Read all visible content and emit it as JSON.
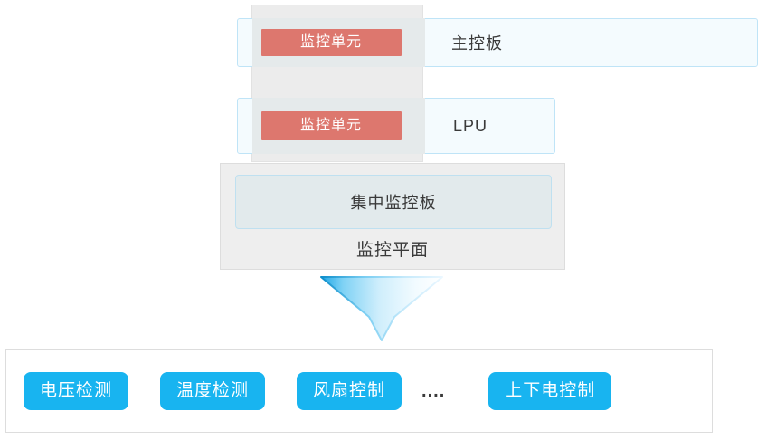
{
  "diagram": {
    "title_hidden": "",
    "colors": {
      "chip_red": "#dd776e",
      "button_blue": "#18b4f0",
      "row_fill": "#f4fbfe",
      "row_border": "#bfe4f7",
      "gray_panel": "#ececec",
      "plane_panel": "#eeeeee",
      "plane_inner_fill": "#e2eaec",
      "arrow_blue": "#29b6f0"
    },
    "boards": [
      {
        "chip_label": "监控单元",
        "board_label": "主控板"
      },
      {
        "chip_label": "监控单元",
        "board_label": "LPU"
      }
    ],
    "plane": {
      "inner_label": "集中监控板",
      "caption": "监控平面"
    },
    "arrow": {
      "icon": "down-arrow-icon",
      "direction": "down"
    },
    "functions": {
      "items": [
        {
          "label": "电压检测"
        },
        {
          "label": "温度检测"
        },
        {
          "label": "风扇控制"
        }
      ],
      "ellipsis": "....",
      "last_item": {
        "label": "上下电控制"
      }
    }
  }
}
